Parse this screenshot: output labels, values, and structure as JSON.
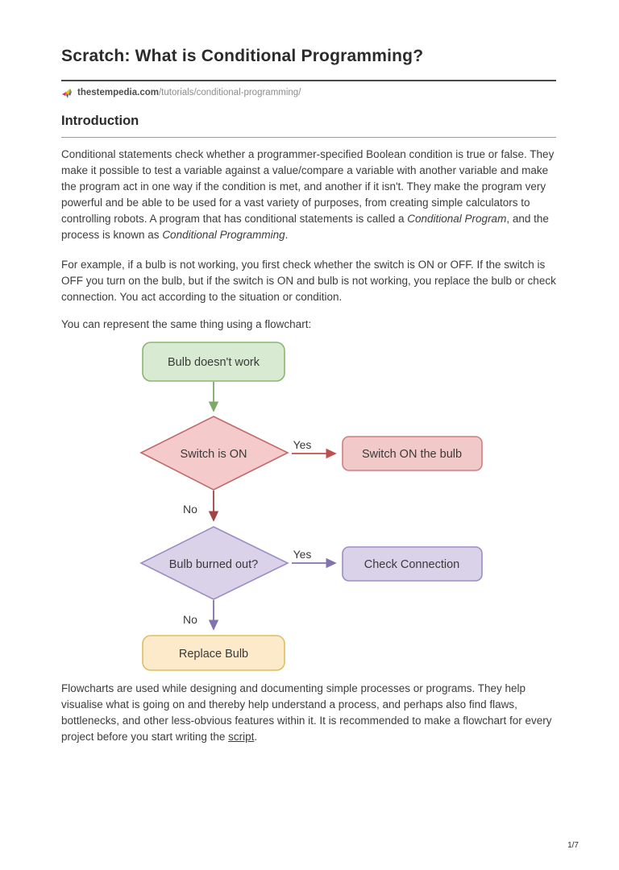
{
  "page": {
    "title": "Scratch: What is Conditional Programming?",
    "source": {
      "domain": "thestempedia.com",
      "path": "/tutorials/conditional-programming/"
    },
    "section_heading": "Introduction",
    "page_indicator": "1/7"
  },
  "paragraphs": {
    "p1_before": "Conditional statements check whether a programmer-specified Boolean condition is true or false. They make it possible to test a variable against a value/compare a variable with another variable and make the program act in one way if the condition is met, and another if it isn't. They make the program very powerful and be able to be used for a vast variety of purposes, from creating simple calculators to controlling robots. A program that has conditional statements is called a ",
    "p1_italic1": "Conditional Program",
    "p1_mid": ", and the process is known as ",
    "p1_italic2": "Conditional Programming",
    "p1_end": ".",
    "p2": "For example, if a bulb is not working, you first check whether the switch is ON or OFF. If the switch is OFF you turn on the bulb, but if the switch is ON and bulb is not working, you replace the bulb or check connection. You act according to the situation or condition.",
    "p3": "You can represent the same thing using a flowchart:",
    "p4_before": "Flowcharts are used while designing and documenting simple processes or programs. They help visualise what is going on and thereby help understand a process, and perhaps also find flaws, bottlenecks, and other less-obvious features within it. It is recommended to make a flowchart for every project before you start writing the ",
    "p4_link": "script",
    "p4_end": "."
  },
  "flowchart": {
    "start": "Bulb doesn't work",
    "decision1": "Switch is ON",
    "yes1": "Yes",
    "action1": "Switch ON the bulb",
    "no1": "No",
    "decision2": "Bulb burned out?",
    "yes2": "Yes",
    "action2": "Check Connection",
    "no2": "No",
    "end": "Replace Bulb"
  },
  "colors": {
    "start_fill": "#d9ead3",
    "start_border": "#8ab570",
    "decision1_fill": "#f4caca",
    "decision1_border": "#c06a6a",
    "action1_fill": "#f2c9c9",
    "action1_border": "#cf7f7f",
    "decision2_fill": "#d9d2e9",
    "decision2_border": "#9d8cc4",
    "action2_fill": "#d9d2e9",
    "action2_border": "#9d8cc4",
    "end_fill": "#fdeacb",
    "end_border": "#e0bd5e",
    "arrow_green": "#7fa968",
    "arrow_yes_red": "#bf4f4f",
    "arrow_no_dark_red": "#a34343",
    "arrow_purple": "#8272ad"
  }
}
